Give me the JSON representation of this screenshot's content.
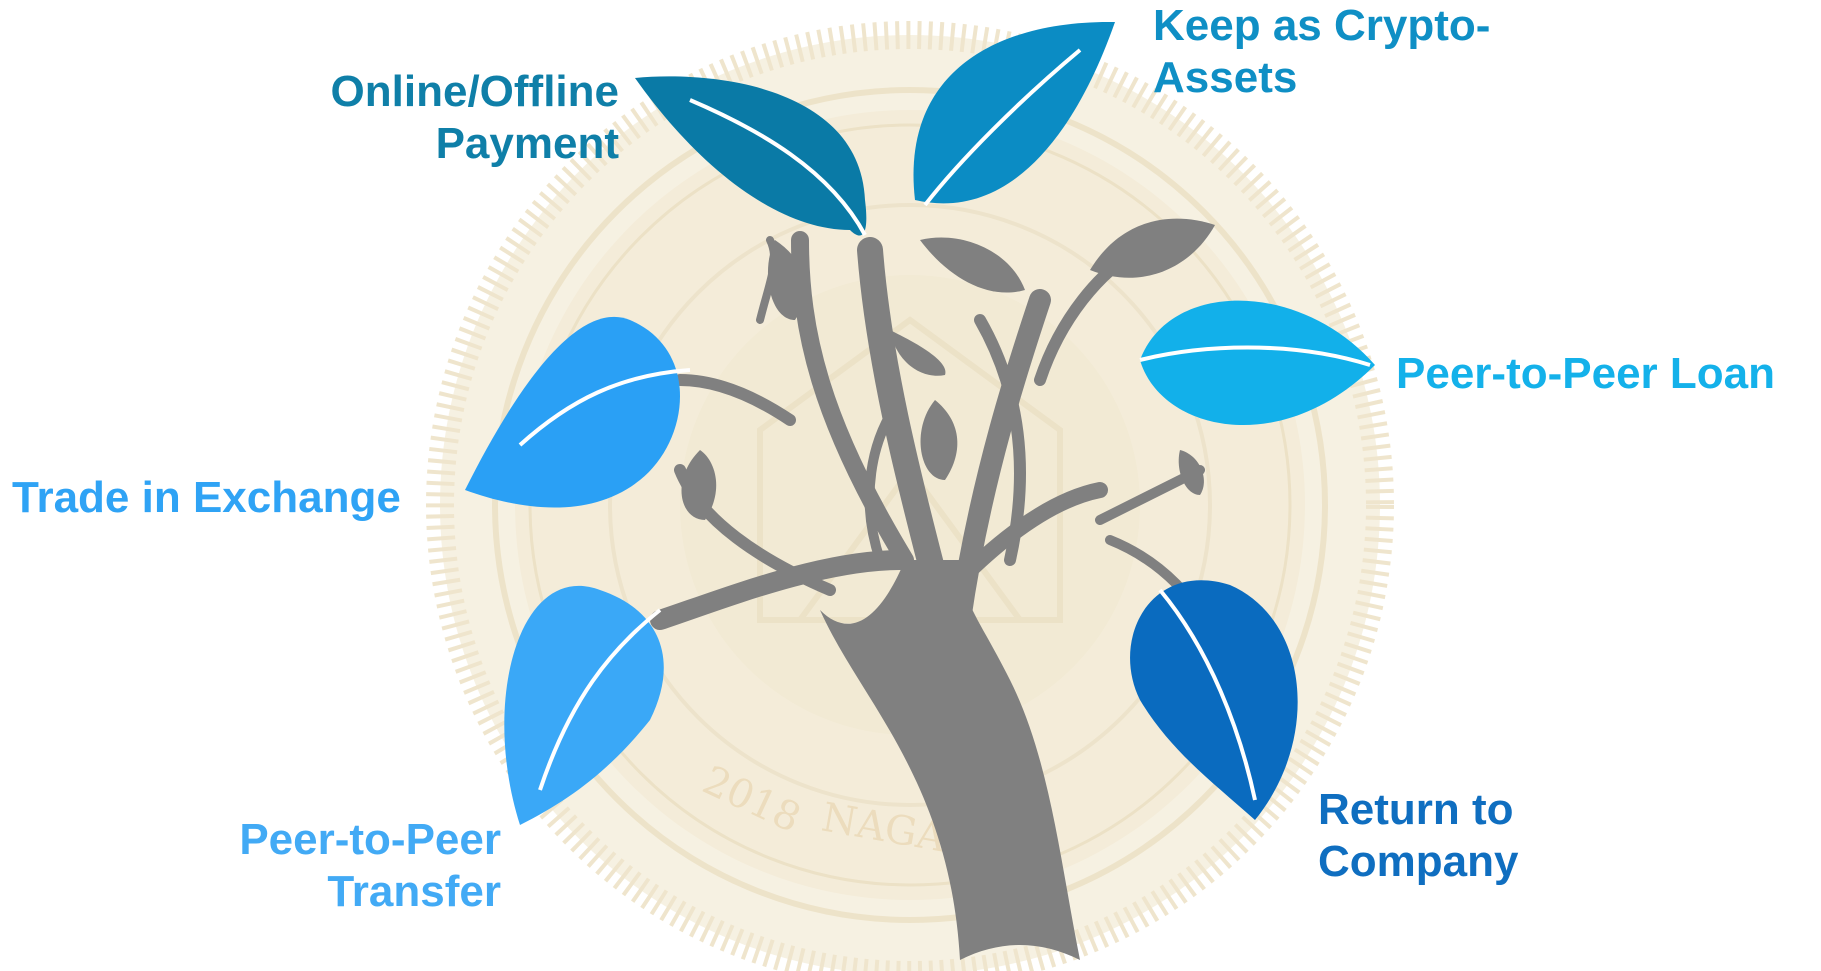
{
  "diagram": {
    "labels": {
      "online_payment": [
        "Online/Offline",
        "Payment"
      ],
      "keep_crypto": [
        "Keep as Crypto-",
        "Assets"
      ],
      "p2p_loan": [
        "Peer-to-Peer Loan"
      ],
      "trade_exchange": [
        "Trade in Exchange"
      ],
      "p2p_transfer": [
        "Peer-to-Peer",
        "Transfer"
      ],
      "return_company": [
        "Return to",
        "Company"
      ]
    },
    "seal_text": [
      "2018",
      "NAGA"
    ],
    "colors": {
      "trunk": "#808080",
      "seal": "#f5eedb",
      "seal_line": "#e8dcc0",
      "leaf_online": "#0a7aa6",
      "leaf_keep": "#0b8cc4",
      "leaf_p2ploan": "#12b0ea",
      "leaf_trade": "#2aa0f5",
      "leaf_transfer": "#3aa8f7",
      "leaf_return": "#0a6bbf"
    },
    "icons": {
      "background": "coin-seal-icon",
      "tree": "tree-icon"
    }
  }
}
